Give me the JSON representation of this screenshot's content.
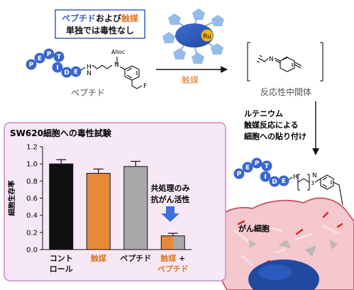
{
  "note_box": {
    "line1_a": "ペプチド",
    "line1_b": "および",
    "line1_c": "触媒",
    "line2": "単独では毒性なし"
  },
  "peptide_beads": [
    "P",
    "E",
    "P",
    "T",
    "I",
    "D",
    "E"
  ],
  "peptide_group": {
    "n_label": "N",
    "h_label": "H",
    "protecting": "Alloc",
    "halogen": "F"
  },
  "peptide_caption": "ペプチド",
  "catalyst": {
    "metal": "Ru"
  },
  "arrow_label": "触媒",
  "intermediate_caption": "反応性中間体",
  "intermediate_label": {
    "n": "N"
  },
  "bind_step": {
    "line1": "ルテニウム",
    "line2": "触媒反応による",
    "line3": "細胞への貼り付け"
  },
  "bound_group": {
    "h_label": "H",
    "n_label": "N",
    "subscript": "3"
  },
  "cell_label": "がん細胞",
  "panel": {
    "title": "SW620細胞への毒性試験",
    "annotation_line1": "共処理のみ",
    "annotation_line2": "抗がん活性"
  },
  "chart_data": {
    "type": "bar",
    "title": "SW620細胞への毒性試験",
    "ylabel": "細胞生存率",
    "ylim": [
      0,
      1.2
    ],
    "yticks": [
      "0.0",
      "0.2",
      "0.4",
      "0.6",
      "0.8",
      "1.0",
      "1.2"
    ],
    "categories": [
      {
        "line1": "コント",
        "line2": "ロール",
        "color": "#111111"
      },
      {
        "line1": "触媒",
        "line2": "",
        "color": "#e8893a",
        "text_color": "#e07a24"
      },
      {
        "line1": "ペプチド",
        "line2": "",
        "color": "#a8a8a8",
        "text_color": "#222222"
      },
      {
        "line1": "触媒",
        "line1_suffix": " +",
        "line2": "ペプチド",
        "color": "#e8893a",
        "text_color": "#e07a24"
      }
    ],
    "values": [
      1.0,
      0.89,
      0.97,
      0.16
    ],
    "errors": [
      0.05,
      0.05,
      0.06,
      0.03
    ]
  }
}
